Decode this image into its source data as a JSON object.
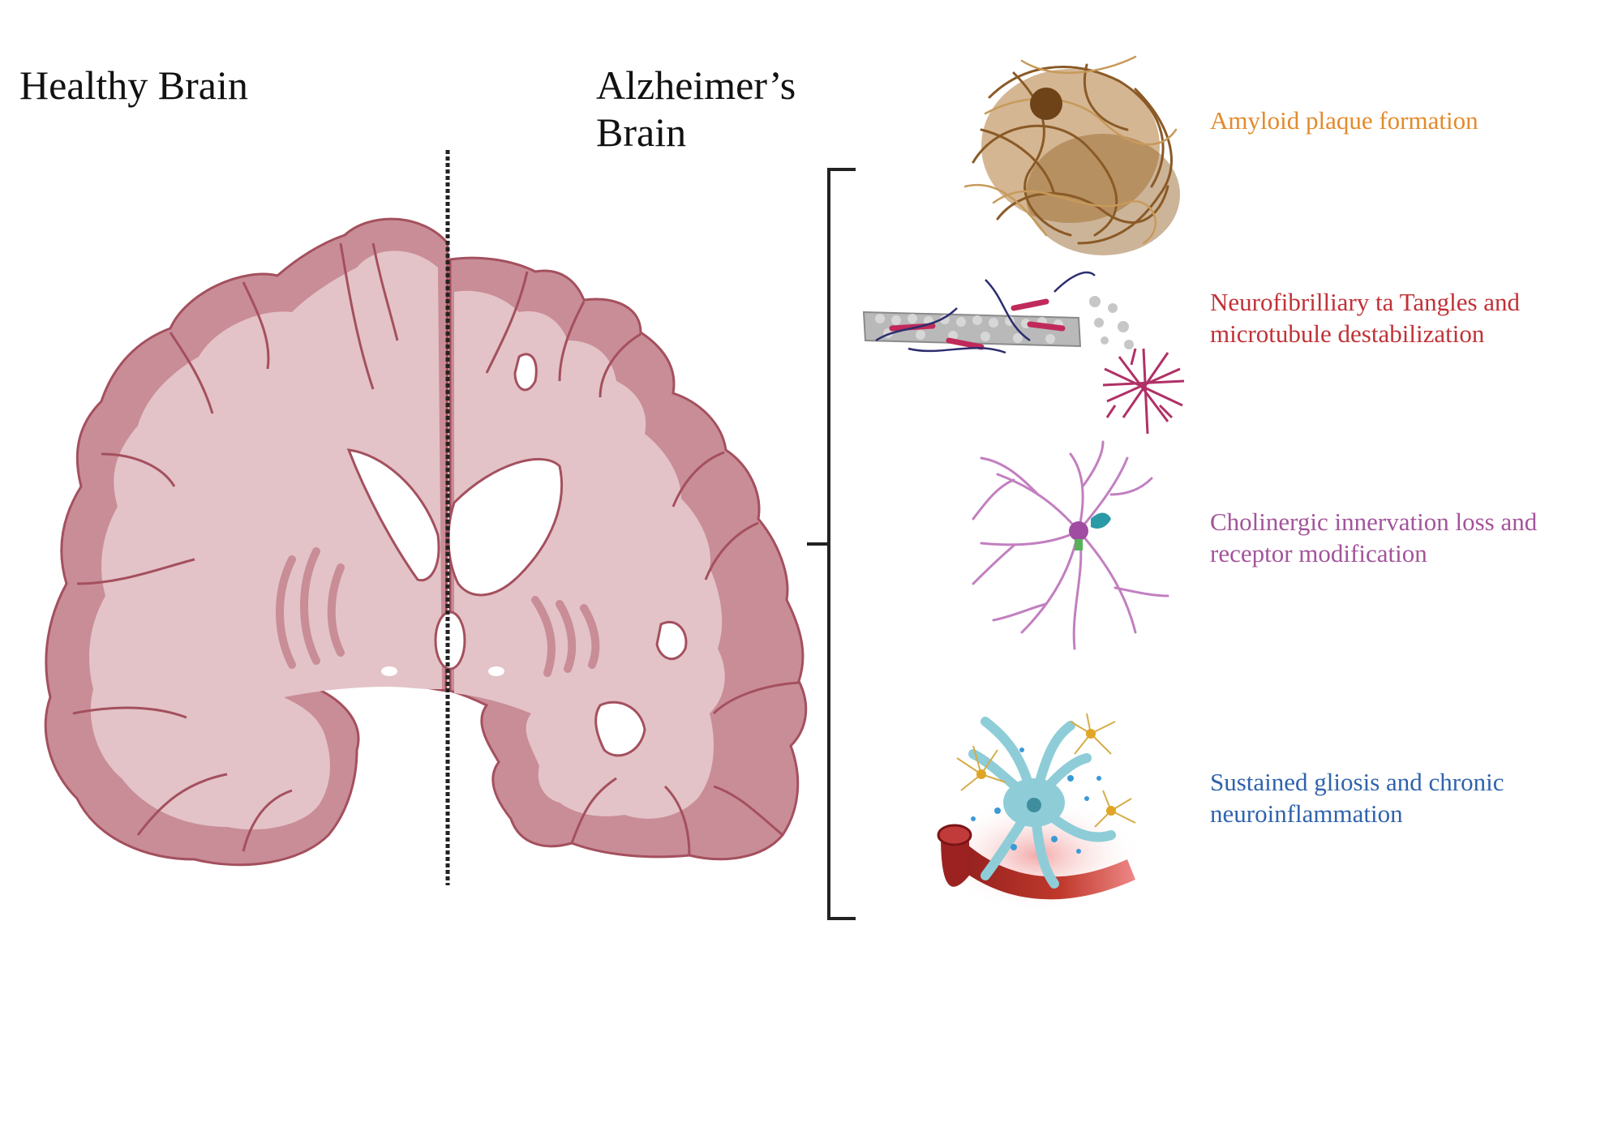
{
  "titles": {
    "healthy": "Healthy Brain",
    "alzheimers_line1": "Alzheimer’s",
    "alzheimers_line2": "Brain"
  },
  "pathologies": [
    {
      "text_line1": "Amyloid plaque formation",
      "text_line2": "",
      "color": "#e48a2a",
      "icon": "amyloid-plaque-icon"
    },
    {
      "text_line1": "Neurofibrilliary ta Tangles and",
      "text_line2": "microtubule destabilization",
      "color": "#c03237",
      "icon": "microtubule-tangle-icon"
    },
    {
      "text_line1": "Cholinergic innervation loss and",
      "text_line2": "receptor modification",
      "color": "#a3549a",
      "icon": "cholinergic-neuron-icon"
    },
    {
      "text_line1": "Sustained gliosis and chronic",
      "text_line2": "neuroinflammation",
      "color": "#2f63ad",
      "icon": "glia-blood-vessel-icon"
    }
  ],
  "colors": {
    "brain_fill": "#e3c3c7",
    "cortex_fill": "#c98d97",
    "brain_outline": "#a4505e"
  }
}
